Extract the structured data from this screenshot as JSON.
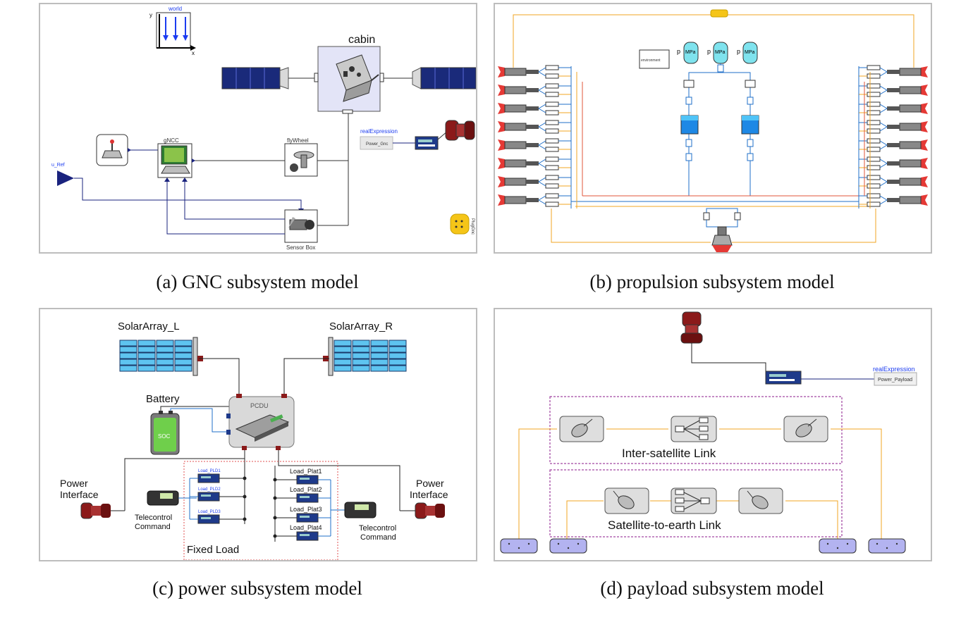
{
  "captions": {
    "a": "(a) GNC subsystem model",
    "b": "(b) propulsion subsystem model",
    "c": "(c) power subsystem model",
    "d": "(d) payload subsystem model"
  },
  "gnc": {
    "world": "world",
    "axis_y": "y",
    "axis_x": "x",
    "cabin": "cabin",
    "gncc": "gNCC",
    "flywheel": "flyWheel",
    "sensor_box": "Sensor Box",
    "real_expression": "realExpression",
    "power_label": "Power_Gnc",
    "u_ref": "u_Ref",
    "plug": "PlugGnc"
  },
  "propulsion": {
    "environment": "environment",
    "tank_p": [
      "p",
      "p",
      "p"
    ],
    "tank_mpa": [
      "MPa",
      "MPa",
      "MPa"
    ]
  },
  "power": {
    "solar_l": "SolarArray_L",
    "solar_r": "SolarArray_R",
    "battery": "Battery",
    "soc": "SOC",
    "pcdu": "PCDU",
    "power_interface_l": [
      "Power",
      "Interface"
    ],
    "power_interface_r": [
      "Power",
      "Interface"
    ],
    "telecontrol_l": [
      "Telecontrol",
      "Command"
    ],
    "telecontrol_r": [
      "Telecontrol",
      "Command"
    ],
    "fixed_load": "Fixed Load",
    "loads_left": [
      "Load_PLD1",
      "Load_PLD2",
      "Load_PLD3"
    ],
    "loads_right": [
      "Load_Plat1",
      "Load_Plat2",
      "Load_Plat3",
      "Load_Plat4"
    ]
  },
  "payload": {
    "real_expression": "realExpression",
    "power_label": "Power_Payload",
    "inter_satellite": "Inter-satellite Link",
    "satellite_earth": "Satellite-to-earth Link"
  },
  "colors": {
    "blue_line": "#1f6fc9",
    "orange_line": "#f2a623",
    "red_line": "#e2563a",
    "navy": "#1a237e",
    "purple_dash": "#8b1a8b"
  }
}
